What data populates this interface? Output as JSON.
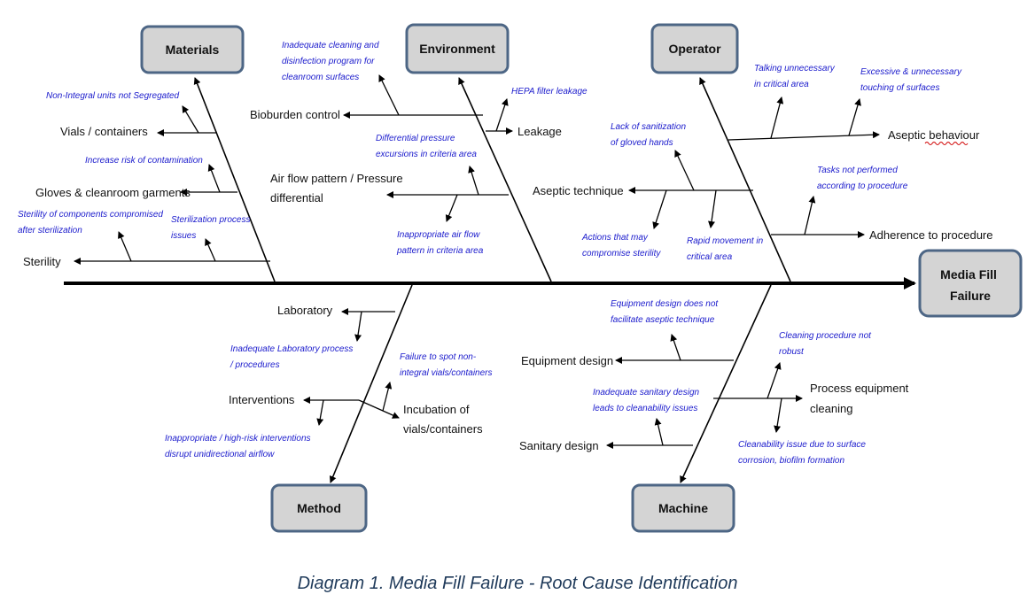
{
  "effect": [
    "Media Fill",
    "Failure"
  ],
  "categories": {
    "materials": "Materials",
    "environment": "Environment",
    "operator": "Operator",
    "method": "Method",
    "machine": "Machine"
  },
  "causes": {
    "vials": "Vials / containers",
    "gloves": "Gloves & cleanroom garments",
    "sterility": "Sterility",
    "bioburden": "Bioburden control",
    "airflow": [
      "Air flow pattern / Pressure",
      "differential"
    ],
    "leakage": "Leakage",
    "aseptic_behaviour": "Aseptic behaviour",
    "aseptic_technique": "Aseptic technique",
    "adherence": "Adherence to procedure",
    "laboratory": "Laboratory",
    "interventions": "Interventions",
    "incubation": [
      "Incubation of",
      "vials/containers"
    ],
    "equipment_design": "Equipment design",
    "sanitary_design": "Sanitary design",
    "process_cleaning": [
      "Process equipment",
      "cleaning"
    ]
  },
  "notes": {
    "non_integral": "Non-Integral units not Segregated",
    "contamination_risk": "Increase risk of contamination",
    "sterility_compromised": [
      "Sterility of components compromised",
      "after sterilization"
    ],
    "sterilization_issues": [
      "Sterilization process",
      "issues"
    ],
    "inadequate_cleaning": [
      "Inadequate cleaning and",
      "disinfection program for",
      "cleanroom surfaces"
    ],
    "hepa": "HEPA filter leakage",
    "diff_pressure": [
      "Differential pressure",
      "excursions in criteria area"
    ],
    "inappropriate_airflow": [
      "Inappropriate air flow",
      "pattern in criteria area"
    ],
    "talking": [
      "Talking unnecessary",
      "in critical area"
    ],
    "touching": [
      "Excessive & unnecessary",
      "touching of surfaces"
    ],
    "sanitization": [
      "Lack of sanitization",
      "of gloved hands"
    ],
    "tasks_not_performed": [
      "Tasks not performed",
      "according to procedure"
    ],
    "actions_compromise": [
      "Actions that may",
      "compromise sterility"
    ],
    "rapid_movement": [
      "Rapid movement in",
      "critical area"
    ],
    "lab_process": [
      "Inadequate Laboratory process",
      "/ procedures"
    ],
    "spot_non_integral": [
      "Failure to spot non-",
      "integral vials/containers"
    ],
    "high_risk_interventions": [
      "Inappropriate  / high-risk interventions",
      "disrupt  unidirectional  airflow"
    ],
    "equip_design_note": [
      "Equipment design does not",
      "facilitate  aseptic technique"
    ],
    "sanitary_note": [
      "Inadequate sanitary design",
      "leads to cleanability issues"
    ],
    "cleaning_not_robust": [
      "Cleaning procedure not",
      "robust"
    ],
    "cleanability_issue": [
      "Cleanability  issue due to surface",
      "corrosion, biofilm  formation"
    ]
  },
  "caption": "Diagram 1. Media Fill Failure - Root Cause Identification",
  "colors": {
    "box_fill": "#d4d4d4",
    "box_border": "#4d6685",
    "note_text": "#1a1acc",
    "caption_text": "#1f3a5a"
  }
}
